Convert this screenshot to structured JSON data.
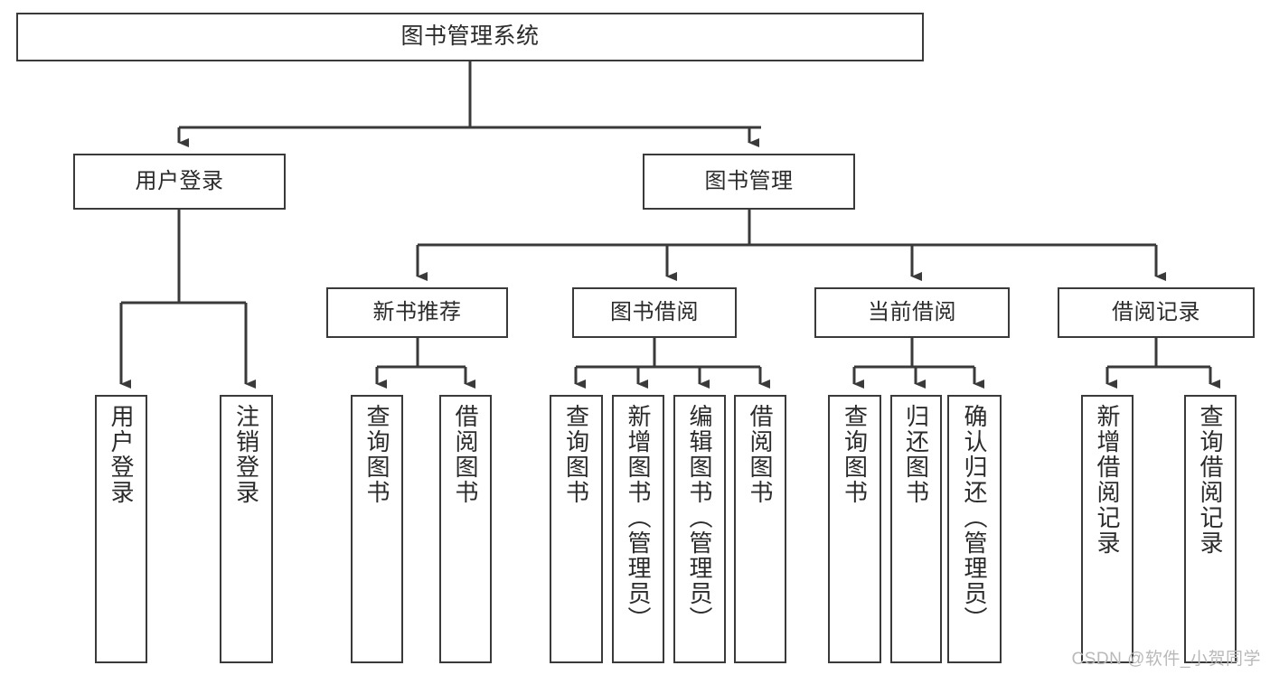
{
  "diagram": {
    "title": "图书管理系统",
    "type": "tree",
    "line_color": "#3a3a3a",
    "box_fill": "#ffffff",
    "text_color": "#2b2b2b",
    "root": {
      "label": "图书管理系统"
    },
    "level2": [
      {
        "label": "用户登录"
      },
      {
        "label": "图书管理"
      }
    ],
    "level3": [
      {
        "label": "新书推荐"
      },
      {
        "label": "图书借阅"
      },
      {
        "label": "当前借阅"
      },
      {
        "label": "借阅记录"
      }
    ],
    "leaves": {
      "user_login": [
        {
          "label": "用户登录"
        },
        {
          "label": "注销登录"
        }
      ],
      "new_book_recommend": [
        {
          "label": "查询图书"
        },
        {
          "label": "借阅图书"
        }
      ],
      "book_borrow": [
        {
          "label": "查询图书"
        },
        {
          "label": "新增图书（管理员）"
        },
        {
          "label": "编辑图书（管理员）"
        },
        {
          "label": "借阅图书"
        }
      ],
      "current_borrow": [
        {
          "label": "查询图书"
        },
        {
          "label": "归还图书"
        },
        {
          "label": "确认归还（管理员）"
        }
      ],
      "borrow_record": [
        {
          "label": "新增借阅记录"
        },
        {
          "label": "查询借阅记录"
        }
      ]
    }
  },
  "watermark": {
    "text": "CSDN @软件_小贺同学"
  }
}
